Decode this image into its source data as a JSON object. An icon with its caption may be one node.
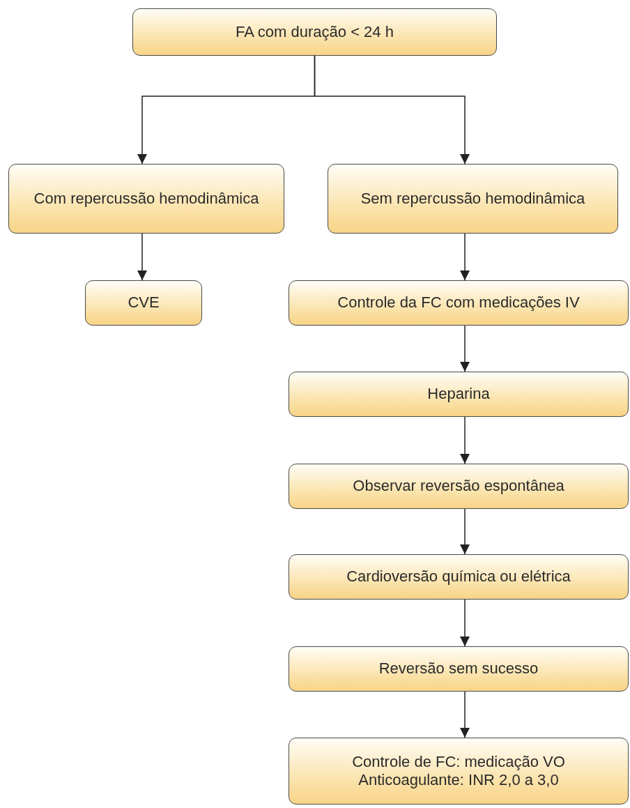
{
  "diagram": {
    "nodes": [
      {
        "text": [
          "FA com duração < 24 h"
        ]
      },
      {
        "text": [
          "Com repercussão hemodinâmica"
        ]
      },
      {
        "text": [
          "Sem repercussão hemodinâmica"
        ]
      },
      {
        "text": [
          "CVE"
        ]
      },
      {
        "text": [
          "Controle da FC com medicações IV"
        ]
      },
      {
        "text": [
          "Heparina"
        ]
      },
      {
        "text": [
          "Observar reversão espontânea"
        ]
      },
      {
        "text": [
          "Cardioversão química ou elétrica"
        ]
      },
      {
        "text": [
          "Reversão sem sucesso"
        ]
      },
      {
        "text": [
          "Controle de FC: medicação VO",
          "Anticoagulante: INR 2,0 a 3,0"
        ]
      }
    ],
    "edges": [
      {
        "from": 0,
        "to": 1,
        "arrow": "to"
      },
      {
        "from": 0,
        "to": 2,
        "arrow": "to"
      },
      {
        "from": 1,
        "to": 3,
        "arrow": "to"
      },
      {
        "from": 2,
        "to": 4,
        "arrow": "to"
      },
      {
        "from": 4,
        "to": 5,
        "arrow": "to"
      },
      {
        "from": 5,
        "to": 6,
        "arrow": "to"
      },
      {
        "from": 6,
        "to": 7,
        "arrow": "to"
      },
      {
        "from": 7,
        "to": 8,
        "arrow": "to"
      },
      {
        "from": 8,
        "to": 9,
        "arrow": "to"
      }
    ]
  }
}
